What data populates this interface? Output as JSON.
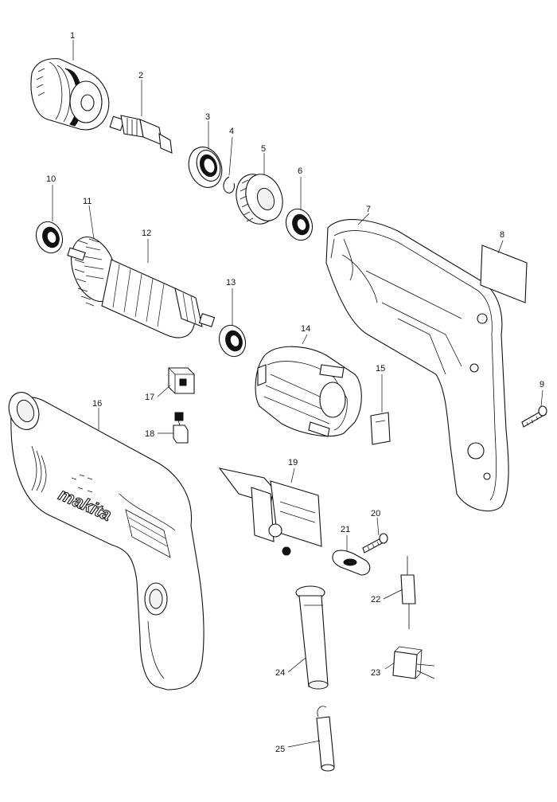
{
  "parts": [
    {
      "number": "1"
    },
    {
      "number": "2"
    },
    {
      "number": "3"
    },
    {
      "number": "4"
    },
    {
      "number": "5"
    },
    {
      "number": "6"
    },
    {
      "number": "7"
    },
    {
      "number": "8"
    },
    {
      "number": "9"
    },
    {
      "number": "10"
    },
    {
      "number": "11"
    },
    {
      "number": "12"
    },
    {
      "number": "13"
    },
    {
      "number": "14"
    },
    {
      "number": "15"
    },
    {
      "number": "16"
    },
    {
      "number": "17"
    },
    {
      "number": "18"
    },
    {
      "number": "19"
    },
    {
      "number": "20"
    },
    {
      "number": "21"
    },
    {
      "number": "22"
    },
    {
      "number": "23"
    },
    {
      "number": "24"
    },
    {
      "number": "25"
    }
  ],
  "brand_logo": "makita"
}
